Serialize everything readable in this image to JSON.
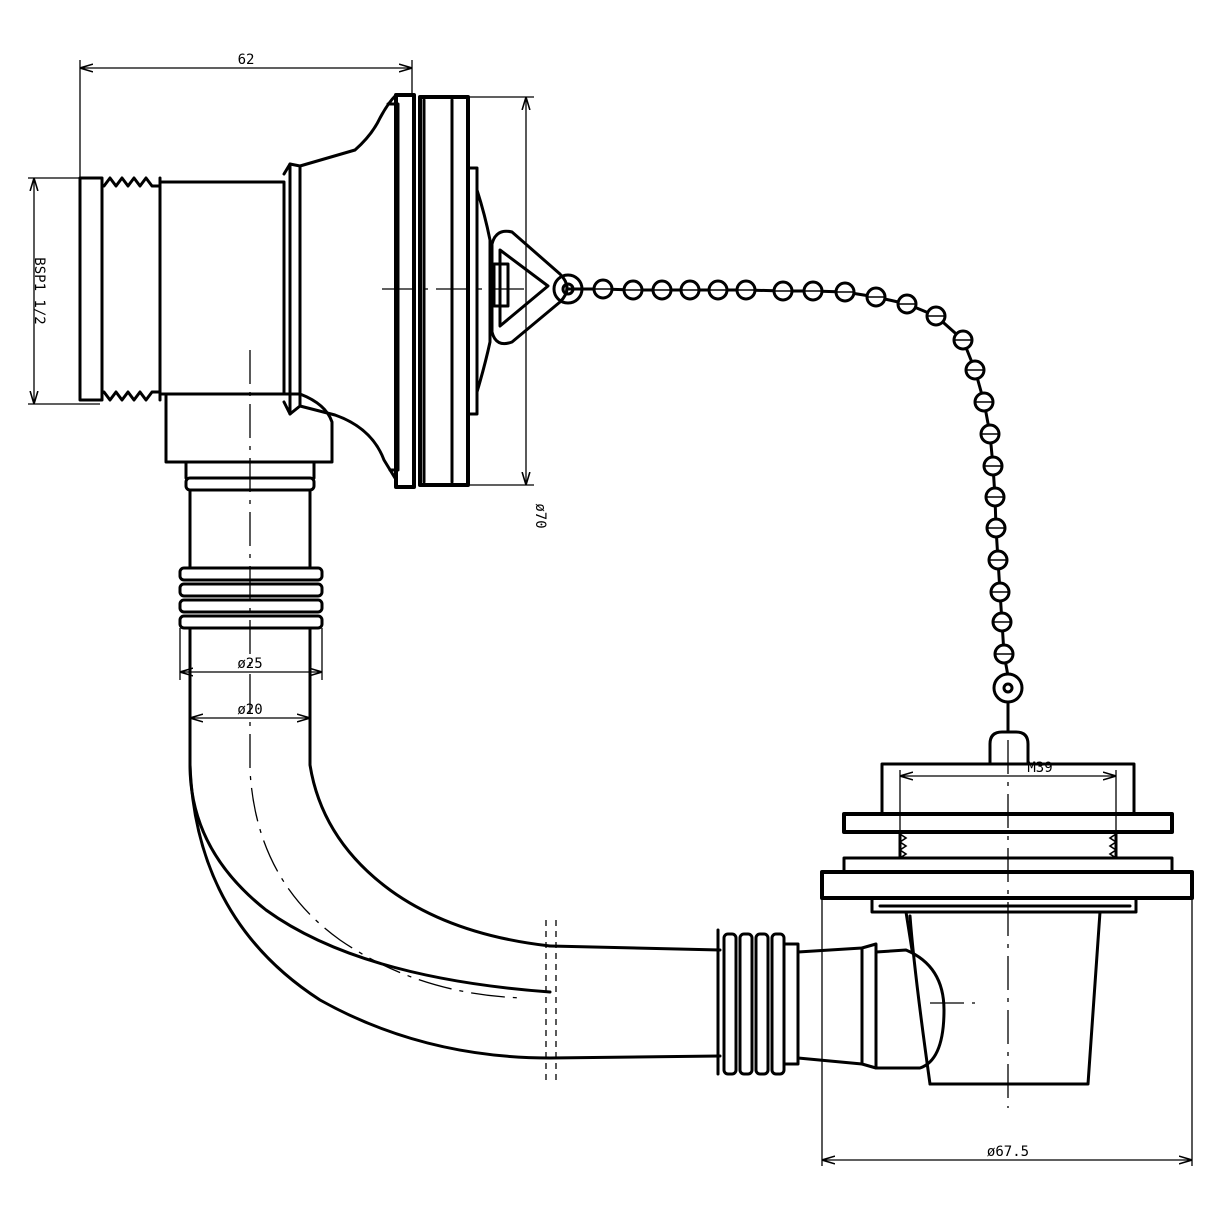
{
  "dimensions": {
    "overall_width": "62",
    "thread_size": "BSP1 1/2",
    "flange_diameter": "ø70",
    "nut_outer_diameter": "ø25",
    "pipe_diameter": "ø20",
    "waste_thread": "M39",
    "base_diameter": "ø67.5"
  },
  "colors": {
    "line": "#000000",
    "background": "#ffffff"
  }
}
